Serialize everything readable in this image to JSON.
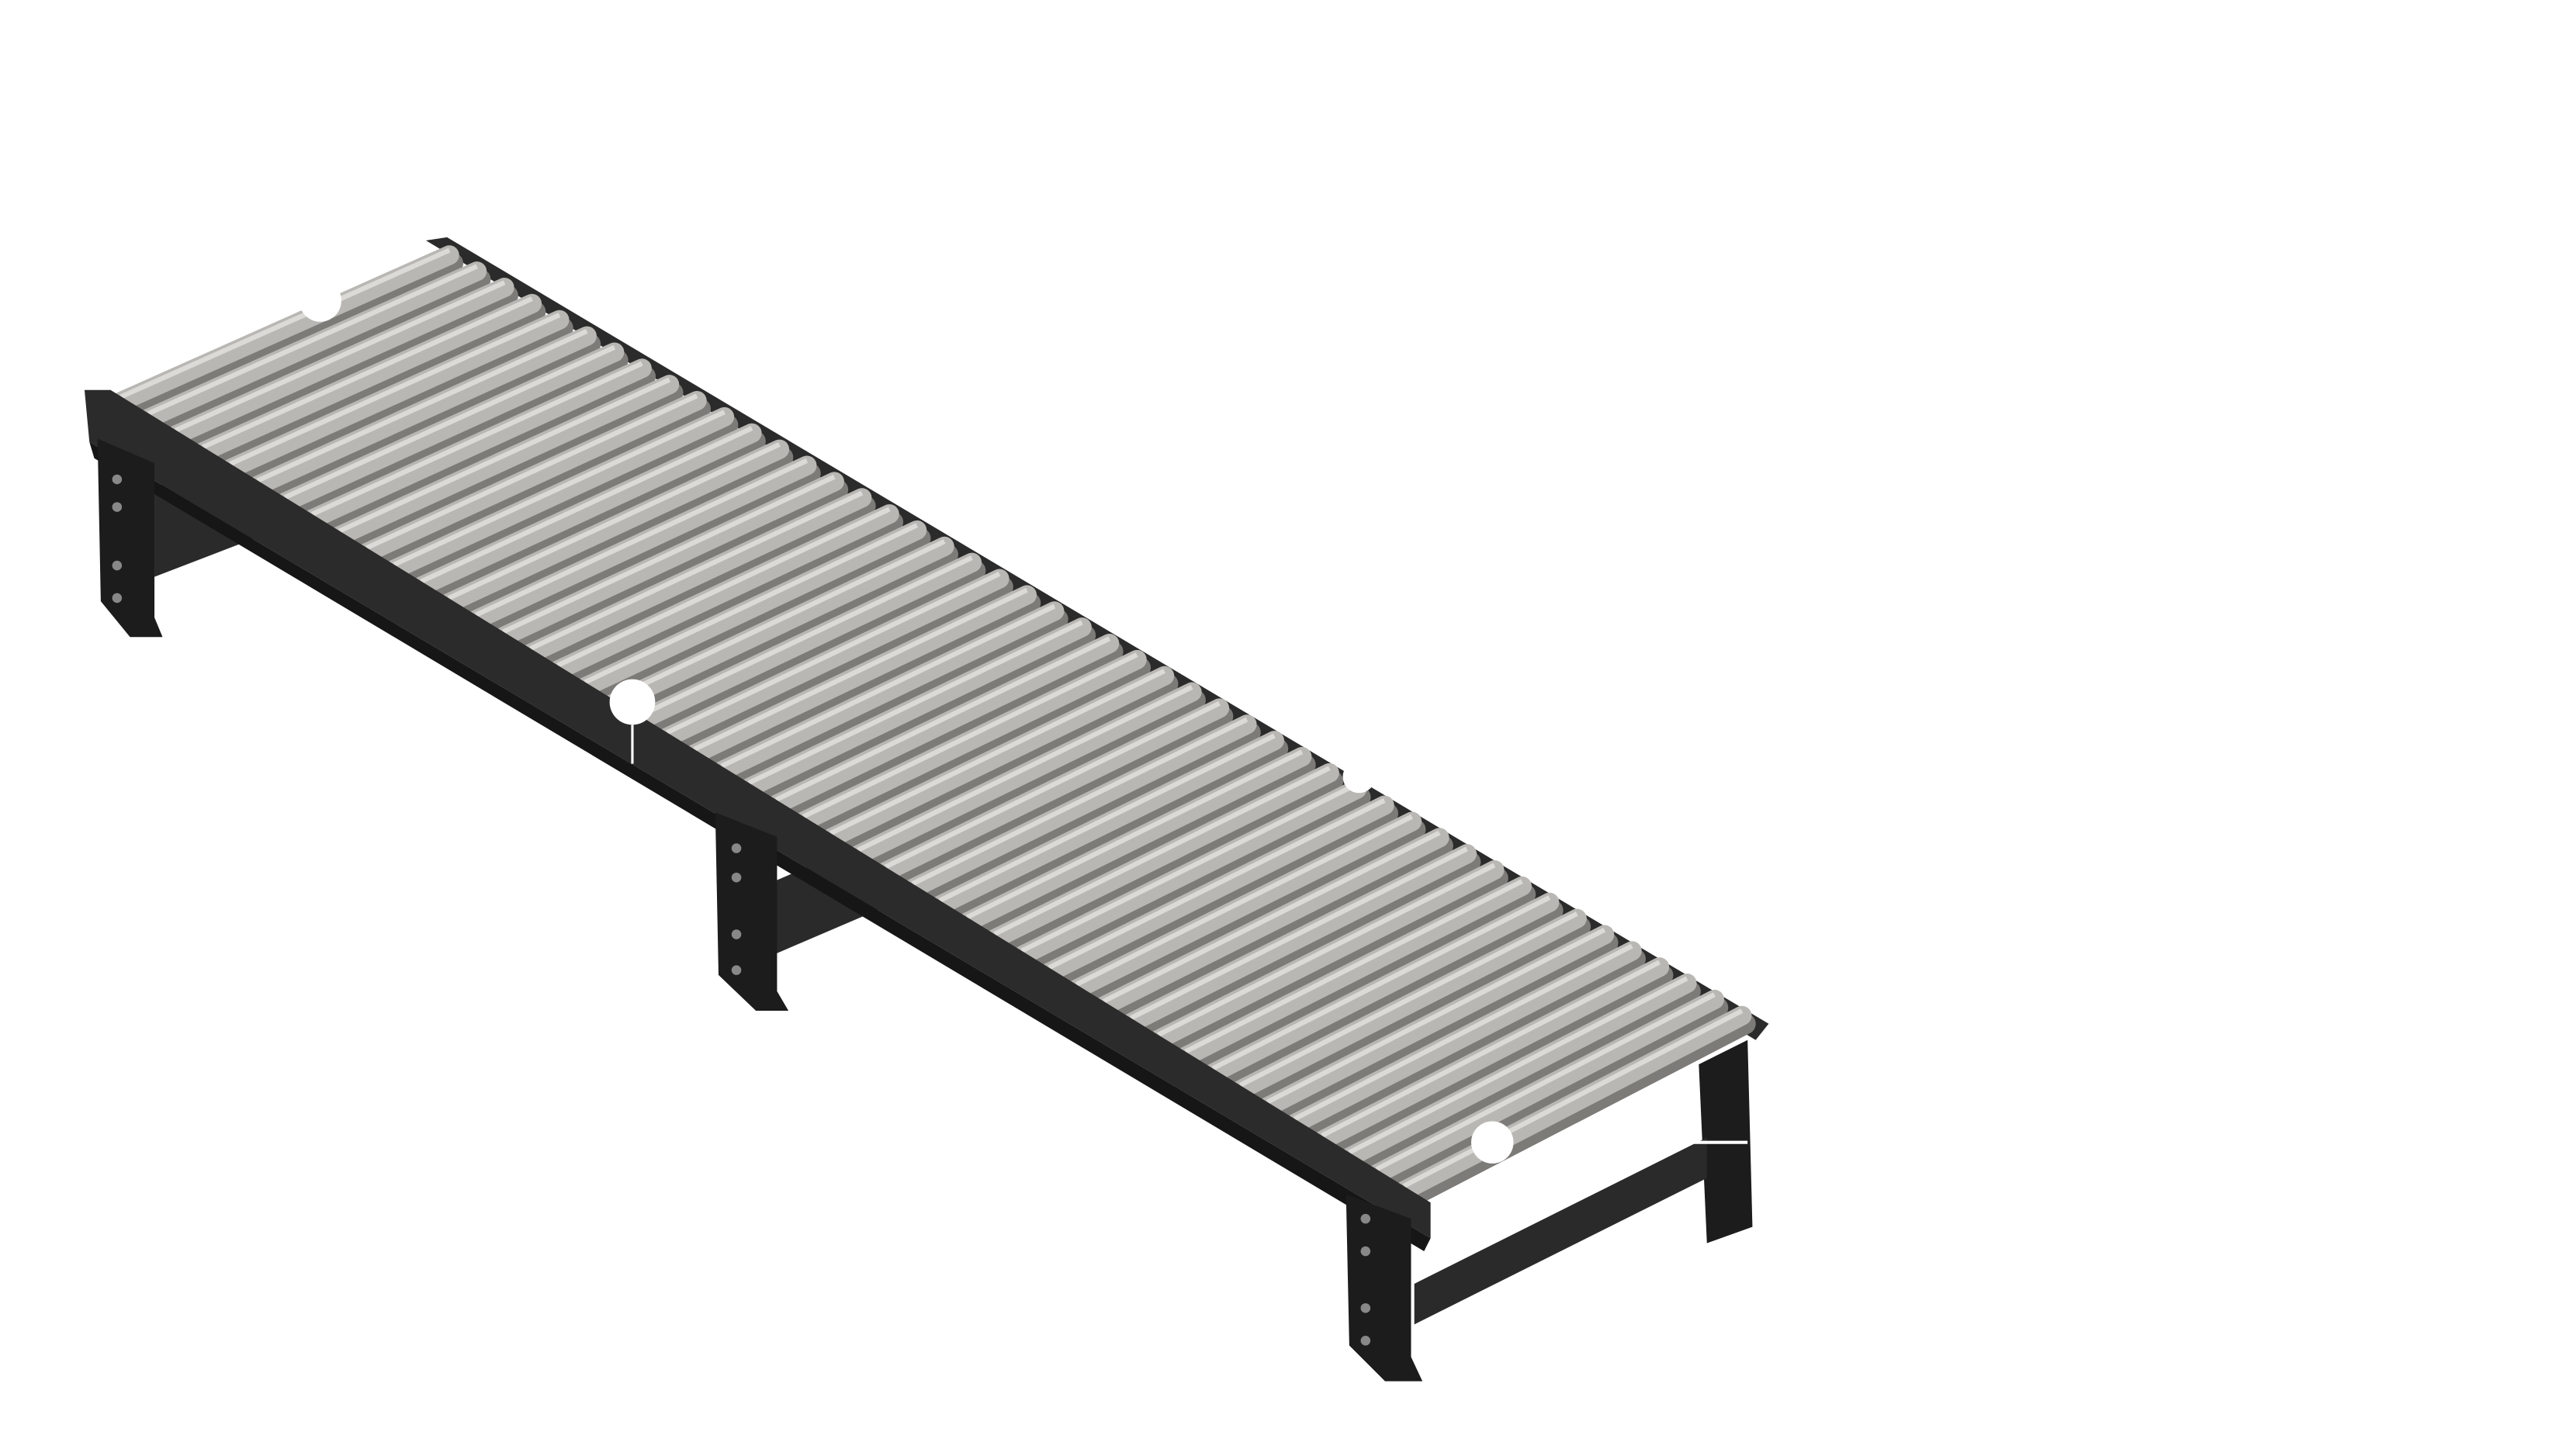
{
  "conveyor": {
    "roller_count": 48,
    "leg_stands": 4,
    "colors": {
      "roller": "#b9b7b3",
      "roller_highlight": "#dcdad6",
      "roller_shadow": "#7d7b78",
      "frame": "#2b2b2b",
      "frame_dark": "#161616",
      "background": "#ffffff",
      "hotspot": "#ffffff"
    }
  },
  "hotspots": [
    {
      "id": "hotspot-1"
    },
    {
      "id": "hotspot-2"
    },
    {
      "id": "hotspot-3"
    },
    {
      "id": "hotspot-4"
    }
  ]
}
